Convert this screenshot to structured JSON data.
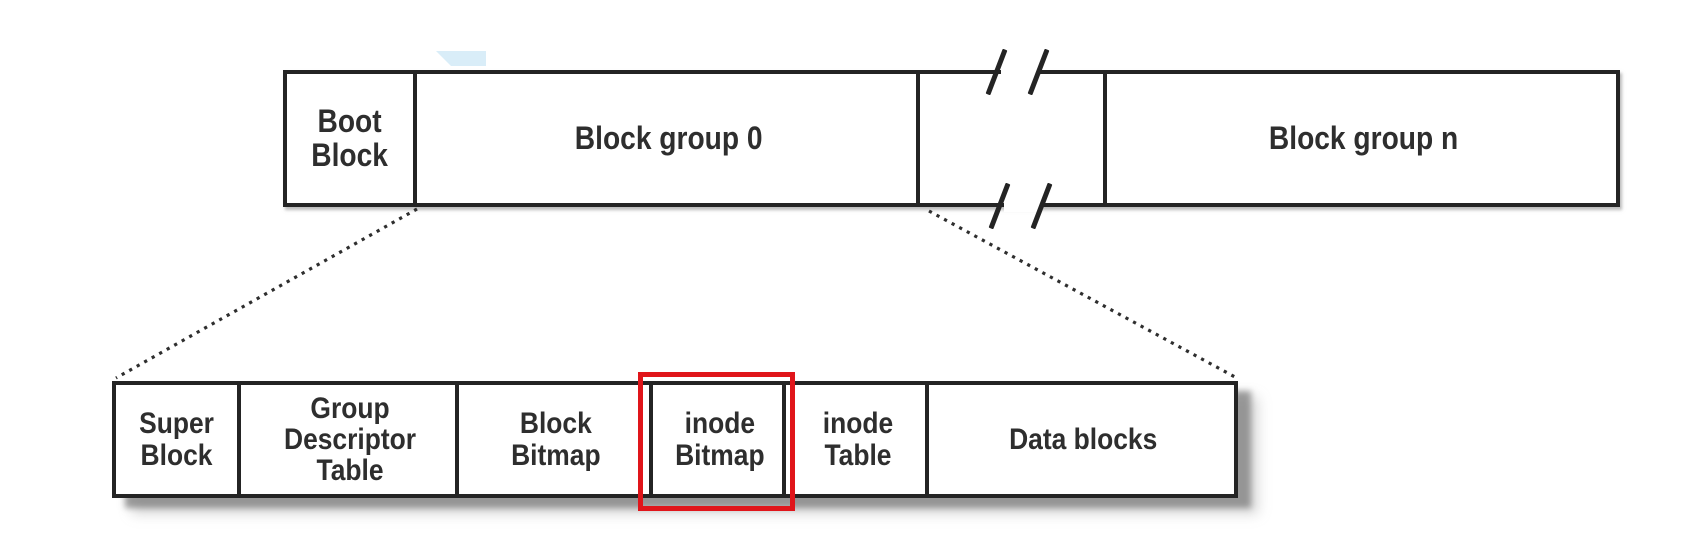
{
  "colors": {
    "background": "#ffffff",
    "ink": "#242424",
    "highlight_red": "#e0151a",
    "shadow_gray": "#9a9a9a",
    "artifact_blue": "#d9edf8"
  },
  "top_bar": {
    "break_symbol": "/ /",
    "cells": [
      {
        "id": "boot-block",
        "label": "Boot\nBlock"
      },
      {
        "id": "block-group-0",
        "label": "Block group 0"
      },
      {
        "id": "break-gap",
        "label": ""
      },
      {
        "id": "block-group-n",
        "label": "Block group n"
      }
    ]
  },
  "bottom_bar": {
    "cells": [
      {
        "id": "super-block",
        "label": "Super\nBlock"
      },
      {
        "id": "group-descriptor-table",
        "label": "Group\nDescriptor\nTable"
      },
      {
        "id": "block-bitmap",
        "label": "Block\nBitmap"
      },
      {
        "id": "inode-bitmap",
        "label": "inode\nBitmap",
        "highlighted": true
      },
      {
        "id": "inode-table",
        "label": "inode\nTable"
      },
      {
        "id": "data-blocks",
        "label": "Data blocks"
      }
    ]
  },
  "highlight": {
    "target": "inode Bitmap",
    "color": "#e0151a"
  }
}
